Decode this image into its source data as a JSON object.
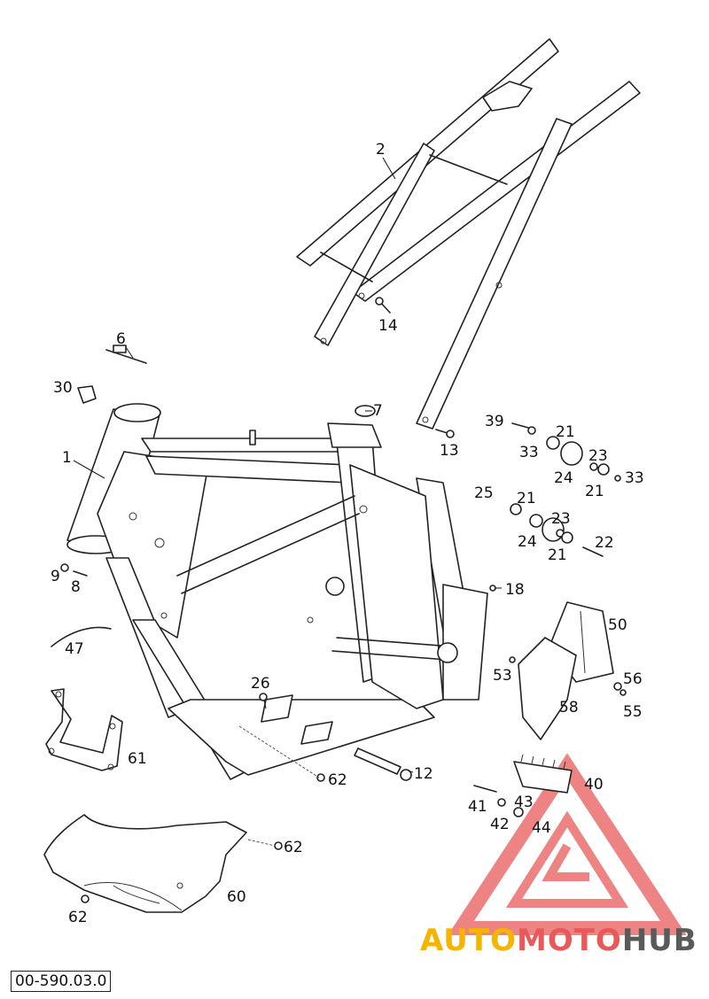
{
  "diagram": {
    "drawing_code": "00-590.03.0",
    "callouts": [
      "1",
      "2",
      "6",
      "7",
      "8",
      "9",
      "12",
      "13",
      "14",
      "18",
      "21",
      "22",
      "23",
      "24",
      "25",
      "26",
      "30",
      "33",
      "39",
      "40",
      "41",
      "42",
      "43",
      "44",
      "47",
      "50",
      "53",
      "55",
      "56",
      "58",
      "60",
      "61",
      "62"
    ]
  },
  "watermark": {
    "word1": "AUTO",
    "word2": "MOTO",
    "word3": "HUB",
    "colors": {
      "yellow": "#f4b400",
      "red": "#e85a5a",
      "gray": "#5a5a5a"
    }
  }
}
